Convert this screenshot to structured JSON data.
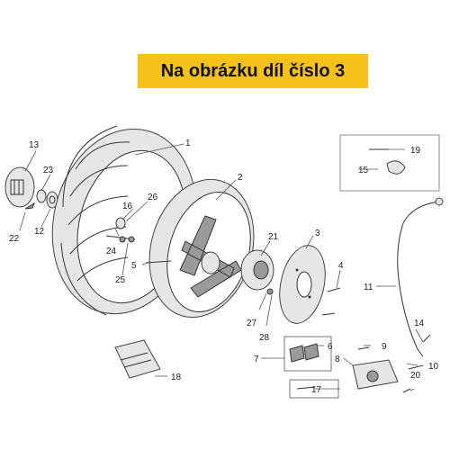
{
  "banner": {
    "text": "Na obrázku díl číslo 3"
  },
  "callouts": {
    "c1": "1",
    "c2": "2",
    "c3": "3",
    "c4": "4",
    "c5": "5",
    "c6": "6",
    "c7": "7",
    "c8": "8",
    "c9": "9",
    "c10": "10",
    "c11": "11",
    "c12": "12",
    "c13": "13",
    "c14": "14",
    "c15": "15",
    "c16": "16",
    "c17": "17",
    "c18": "18",
    "c19": "19",
    "c20": "20",
    "c21": "21",
    "c22": "22",
    "c23": "23",
    "c24": "24",
    "c25": "25",
    "c26": "26",
    "c27": "27",
    "c28": "28"
  }
}
